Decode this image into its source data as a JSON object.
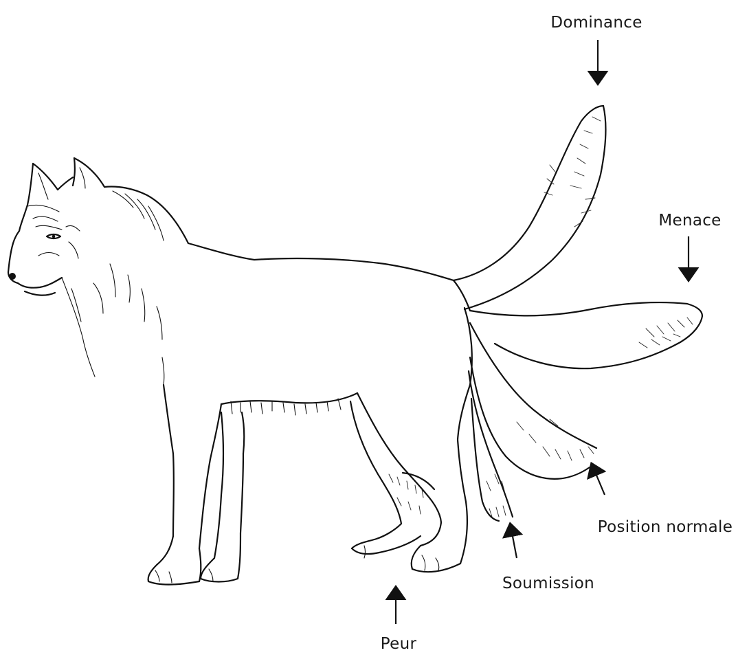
{
  "labels": {
    "dominance": "Dominance",
    "menace": "Menace",
    "position_normale": "Position normale",
    "soumission": "Soumission",
    "peur": "Peur"
  },
  "colors": {
    "ink": "#111111",
    "background": "#ffffff"
  },
  "icons": {
    "figure": "wolf-tail-positions-illustration",
    "pointer": "arrow-icon"
  }
}
